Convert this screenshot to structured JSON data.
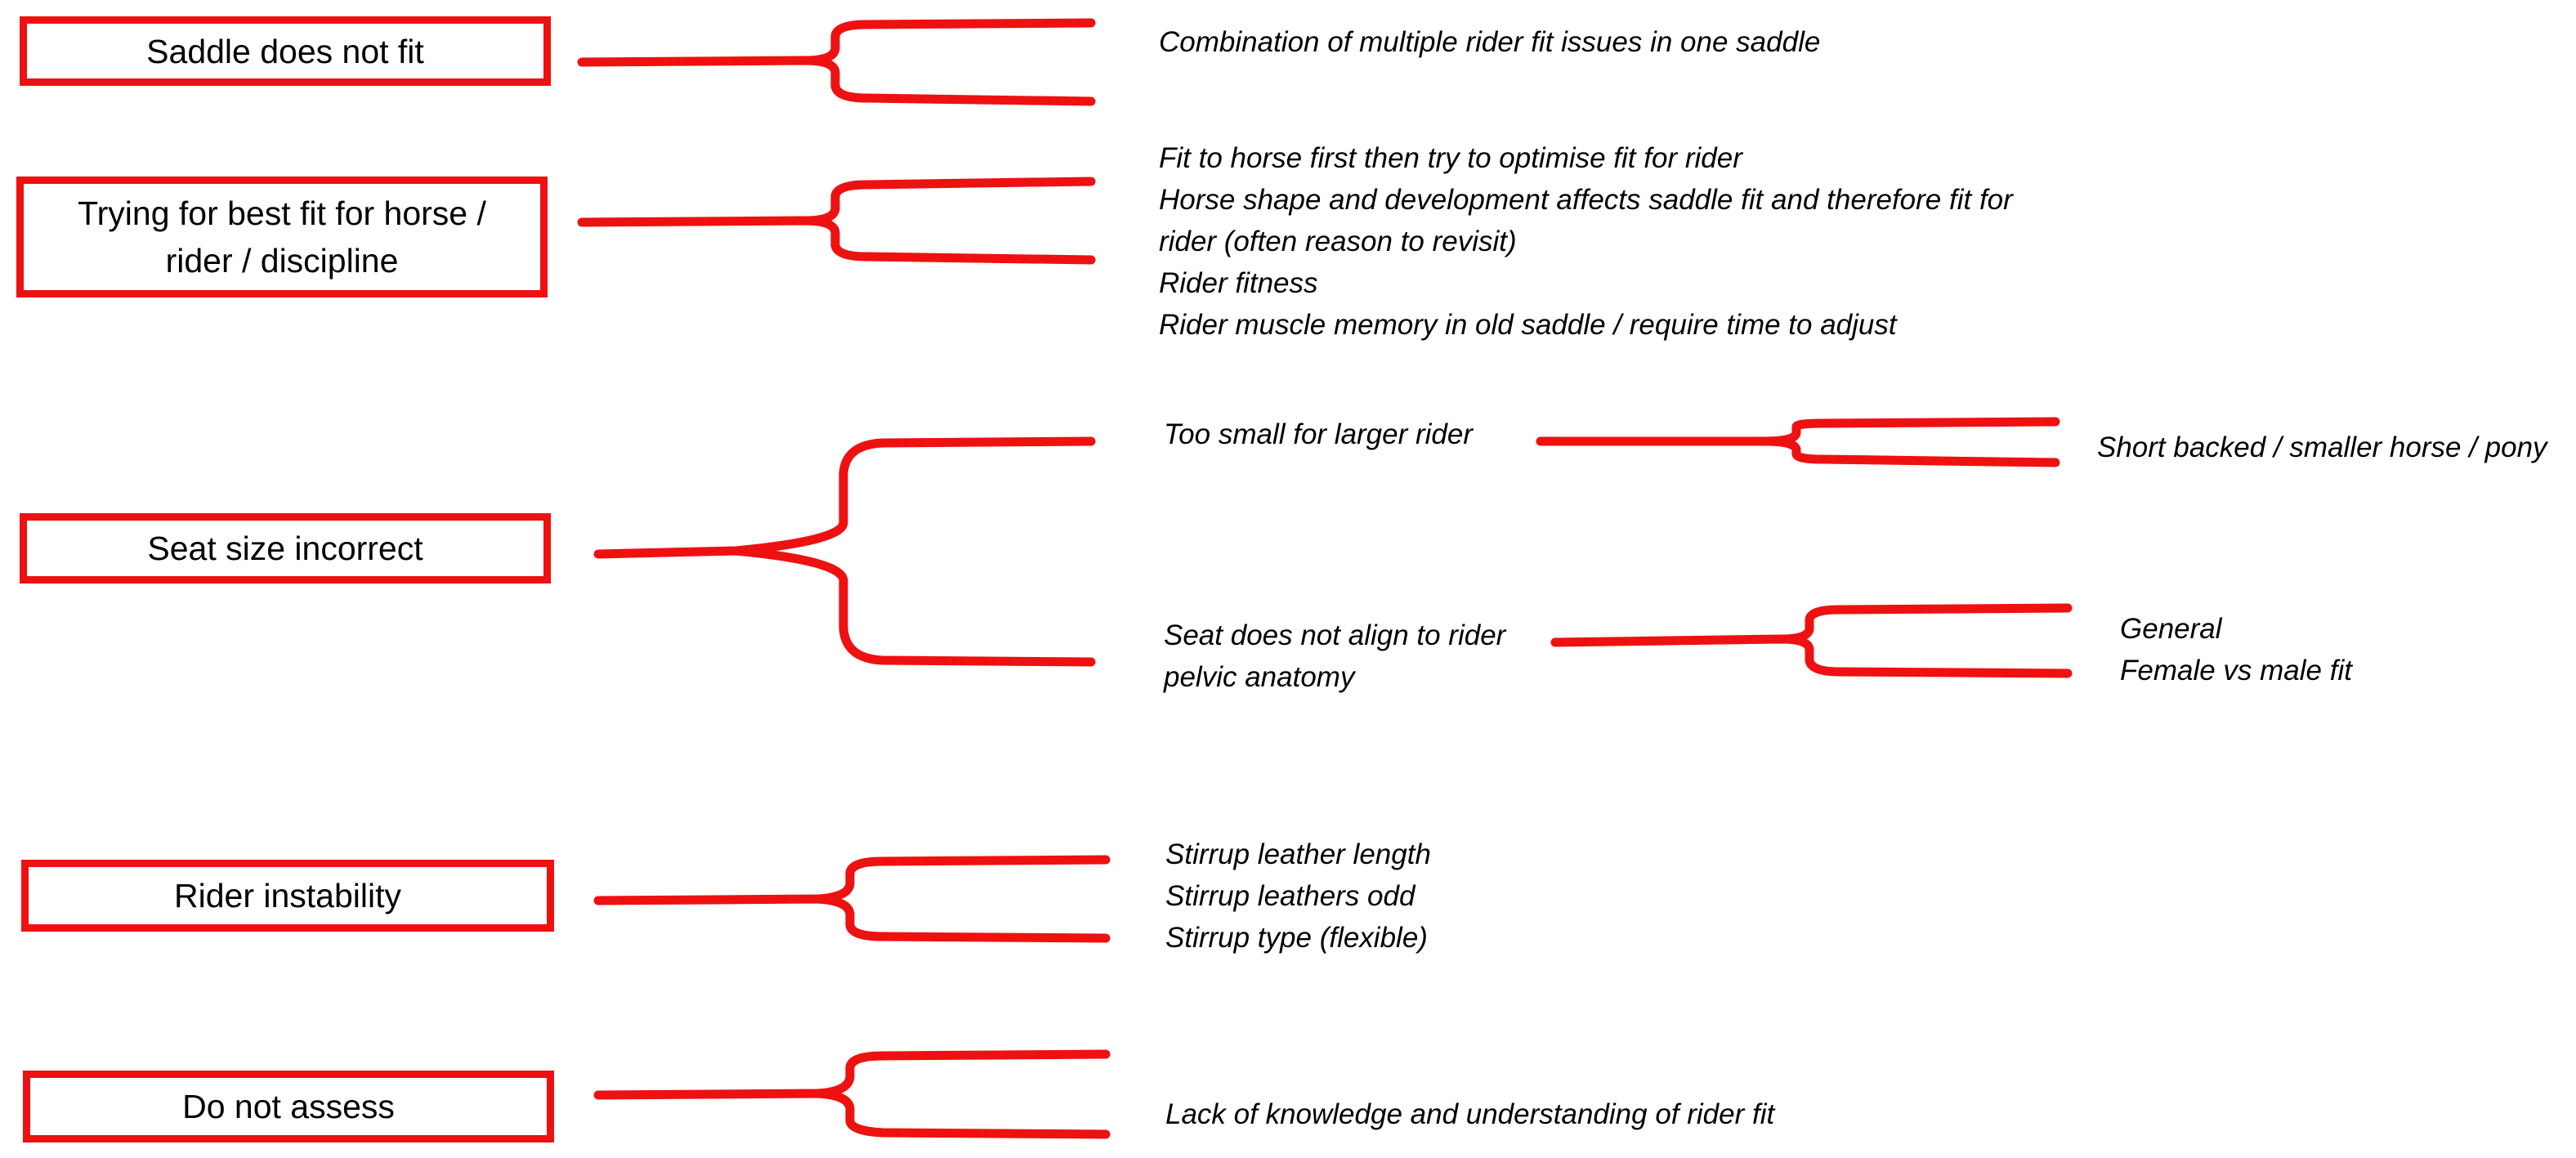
{
  "colors": {
    "connector": "#ee1111",
    "box_border": "#ee1111",
    "text": "#000000",
    "background": "#ffffff"
  },
  "boxes": [
    {
      "id": "saddle-does-not-fit",
      "label": "Saddle does not fit"
    },
    {
      "id": "best-fit",
      "label_lines": [
        "Trying for best fit for horse /",
        "rider / discipline"
      ]
    },
    {
      "id": "seat-size-incorrect",
      "label": "Seat size incorrect"
    },
    {
      "id": "rider-instability",
      "label": "Rider instability"
    },
    {
      "id": "do-not-assess",
      "label": "Do not assess"
    }
  ],
  "notes": {
    "saddle_does_not_fit": [
      "Combination of multiple rider fit issues in one saddle"
    ],
    "best_fit": [
      "Fit to horse first then try to optimise fit for rider",
      "Horse shape and development affects saddle fit and therefore fit for",
      "rider (often reason to revisit)",
      "Rider fitness",
      "Rider muscle memory in old saddle / require time to adjust"
    ],
    "seat_too_small": [
      "Too small for larger rider"
    ],
    "seat_pelvic": [
      "Seat does not align to rider",
      "pelvic anatomy"
    ],
    "too_small_detail": [
      "Short backed / smaller horse / pony"
    ],
    "pelvic_detail": [
      "General",
      "Female vs male fit"
    ],
    "rider_instability": [
      "Stirrup leather length",
      "Stirrup leathers odd",
      "Stirrup type (flexible)"
    ],
    "do_not_assess": [
      "Lack of knowledge and understanding of rider fit"
    ]
  }
}
